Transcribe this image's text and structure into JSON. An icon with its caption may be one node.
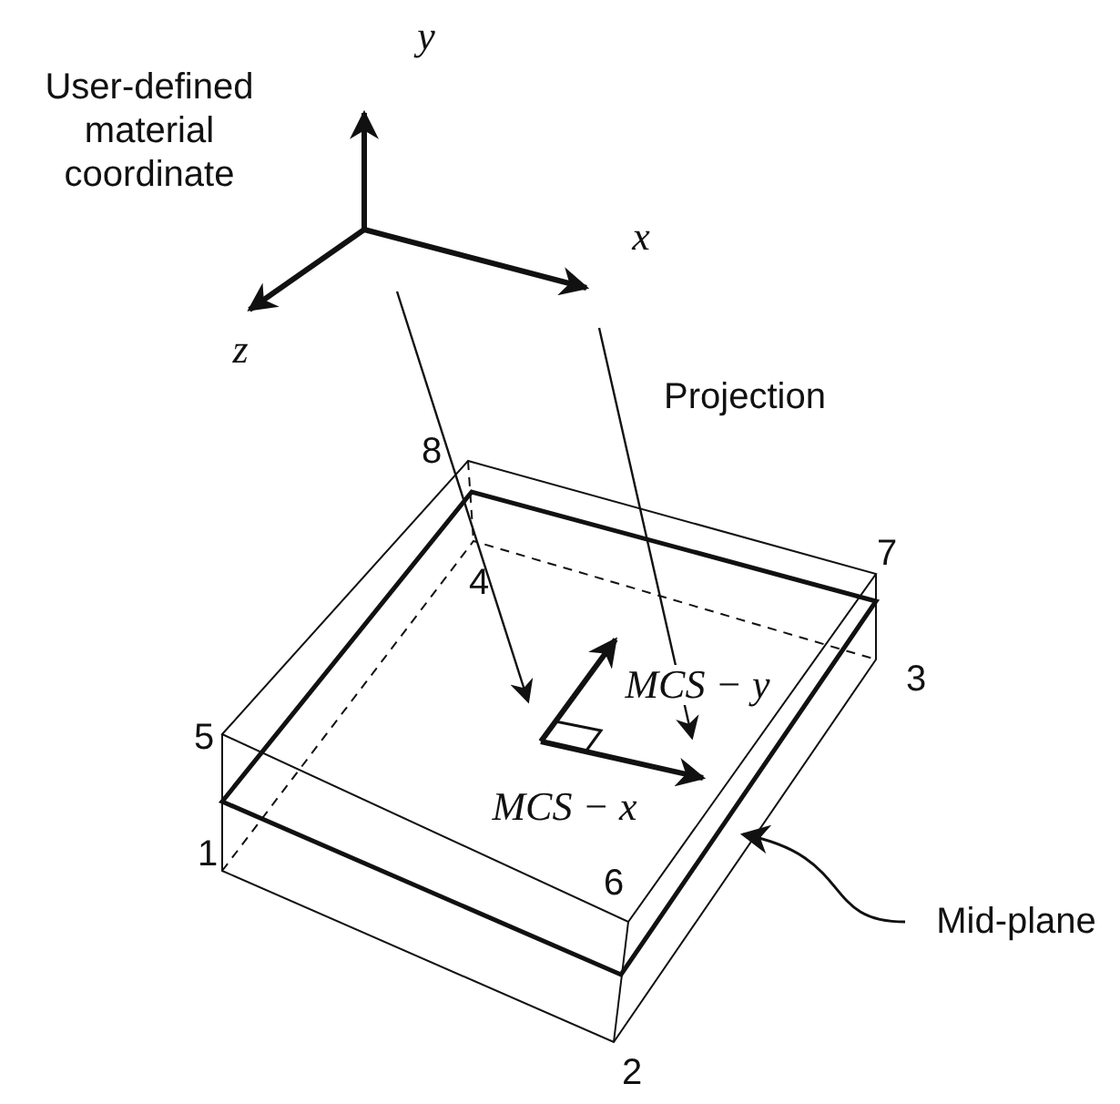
{
  "diagram": {
    "nodes": [
      {
        "text": [
          "Mid-plane"
        ]
      },
      {
        "text": [],
        "shape": "box"
      }
    ],
    "edges": [
      {
        "from": 0,
        "to": 1,
        "arrow": "to"
      }
    ],
    "labels": [
      "y",
      "User-defined material coordinate",
      "x",
      "z",
      "Projection",
      "8",
      "7",
      "4",
      "3",
      "MCS − y",
      "5",
      "MCS − x",
      "6",
      "1",
      "2"
    ]
  }
}
